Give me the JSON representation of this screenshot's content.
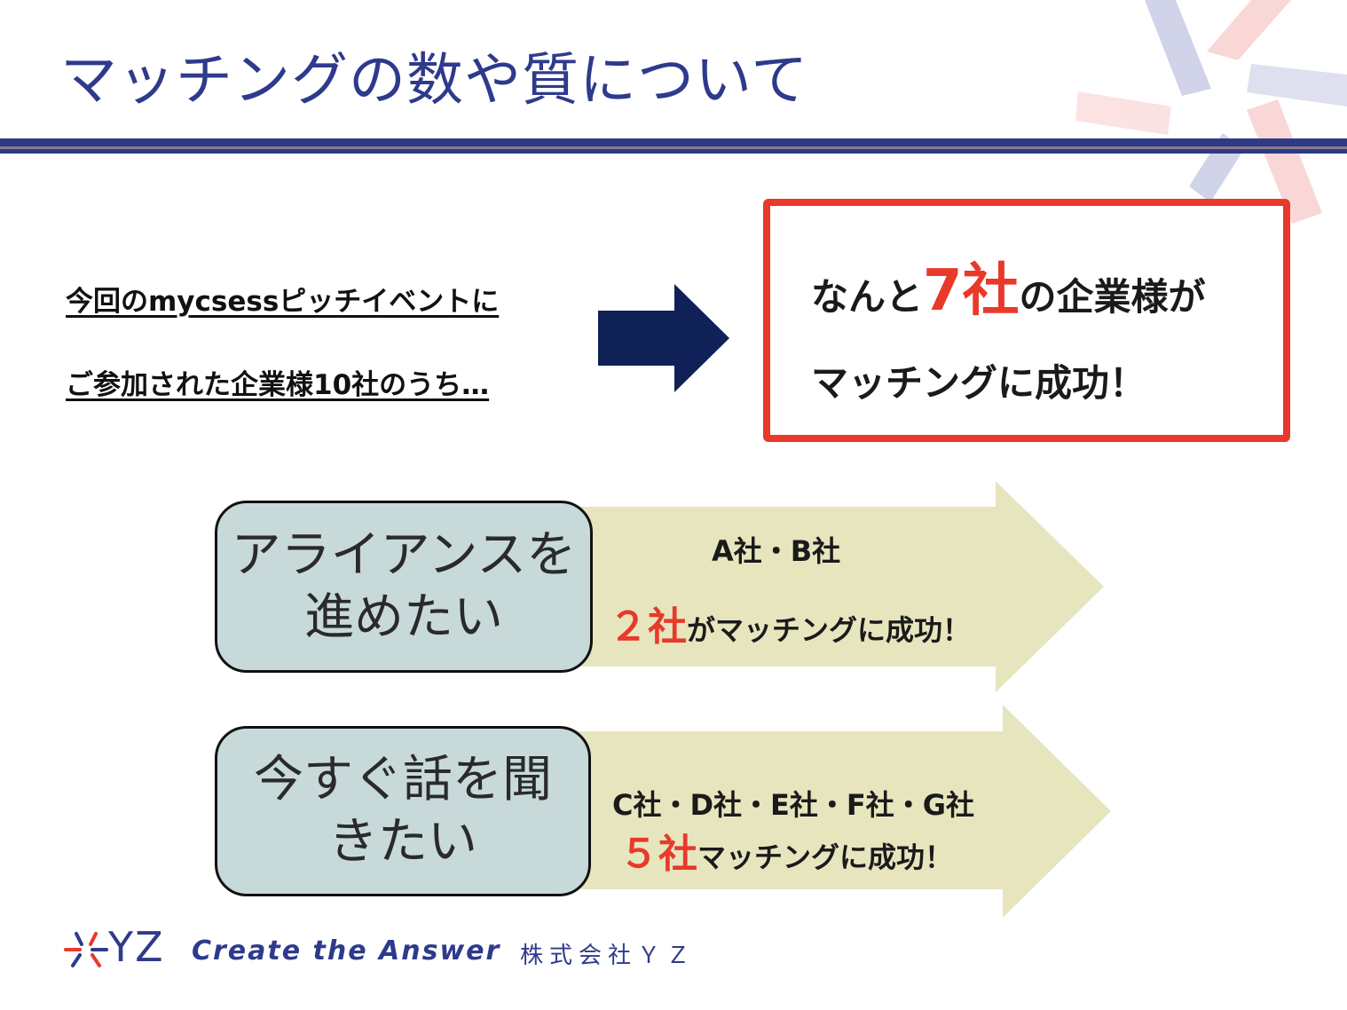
{
  "title": "マッチングの数や質について",
  "intro": {
    "line1": "今回のmycsessピッチイベントに",
    "line2": "ご参加された企業様10社のうち…"
  },
  "result": {
    "prefix": "なんと",
    "count": "7社",
    "suffix": "の企業様が",
    "line2": "マッチングに成功！"
  },
  "categories": [
    {
      "label_line1": "アライアンスを",
      "label_line2": "進めたい",
      "companies": "A社・B社",
      "count": "２社",
      "result": "がマッチングに成功！"
    },
    {
      "label_line1": "今すぐ話を聞",
      "label_line2": "きたい",
      "companies": "C社・D社・E社・F社・G社",
      "count": "５社",
      "result": "マッチングに成功！"
    }
  ],
  "footer": {
    "logo_text": "YZ",
    "tagline": "Create the Answer",
    "company": "株式会社ＹＺ"
  },
  "colors": {
    "title_navy": "#2e3a8c",
    "accent_red": "#e8392a",
    "arrow_fill": "#e7e5be",
    "pill_fill": "#c8d9da",
    "center_arrow": "#0f2157"
  }
}
